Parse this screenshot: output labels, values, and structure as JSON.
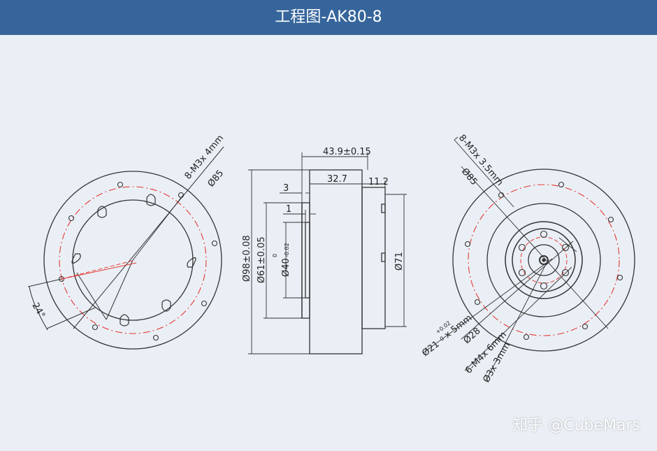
{
  "header": {
    "title": "工程图-AK80-8"
  },
  "watermark": "知乎 @CubeMars",
  "colors": {
    "header_bg": "#36659b",
    "page_bg": "#eaeff5",
    "line": "#333333",
    "center_line": "#e53935"
  },
  "left_view": {
    "hole_callout": "8-M3x 4mm",
    "pcd": "Ø85",
    "angle": "24°"
  },
  "side_view": {
    "overall_length": "43.9±0.15",
    "body_length": "32.7",
    "right_step": "11.2",
    "step_3": "3",
    "step_1": "1",
    "dia_outer": "Ø98±0.08",
    "dia_61": "Ø61±0.05",
    "dia_40": "Ø40",
    "dia_40_tol_upper": "0",
    "dia_40_tol_lower": "-0.02",
    "dia_71": "Ø71"
  },
  "right_view": {
    "hole_callout": "8-M3x 3.5mm",
    "pcd": "Ø85",
    "bore": "Ø21",
    "bore_tol_upper": "+0.02",
    "bore_tol_lower": "0",
    "bore_depth": "x 5mm",
    "inner_pcd": "Ø28",
    "inner_holes": "6-M4x 6mm",
    "center_hole": "Ø3x 3mm"
  }
}
